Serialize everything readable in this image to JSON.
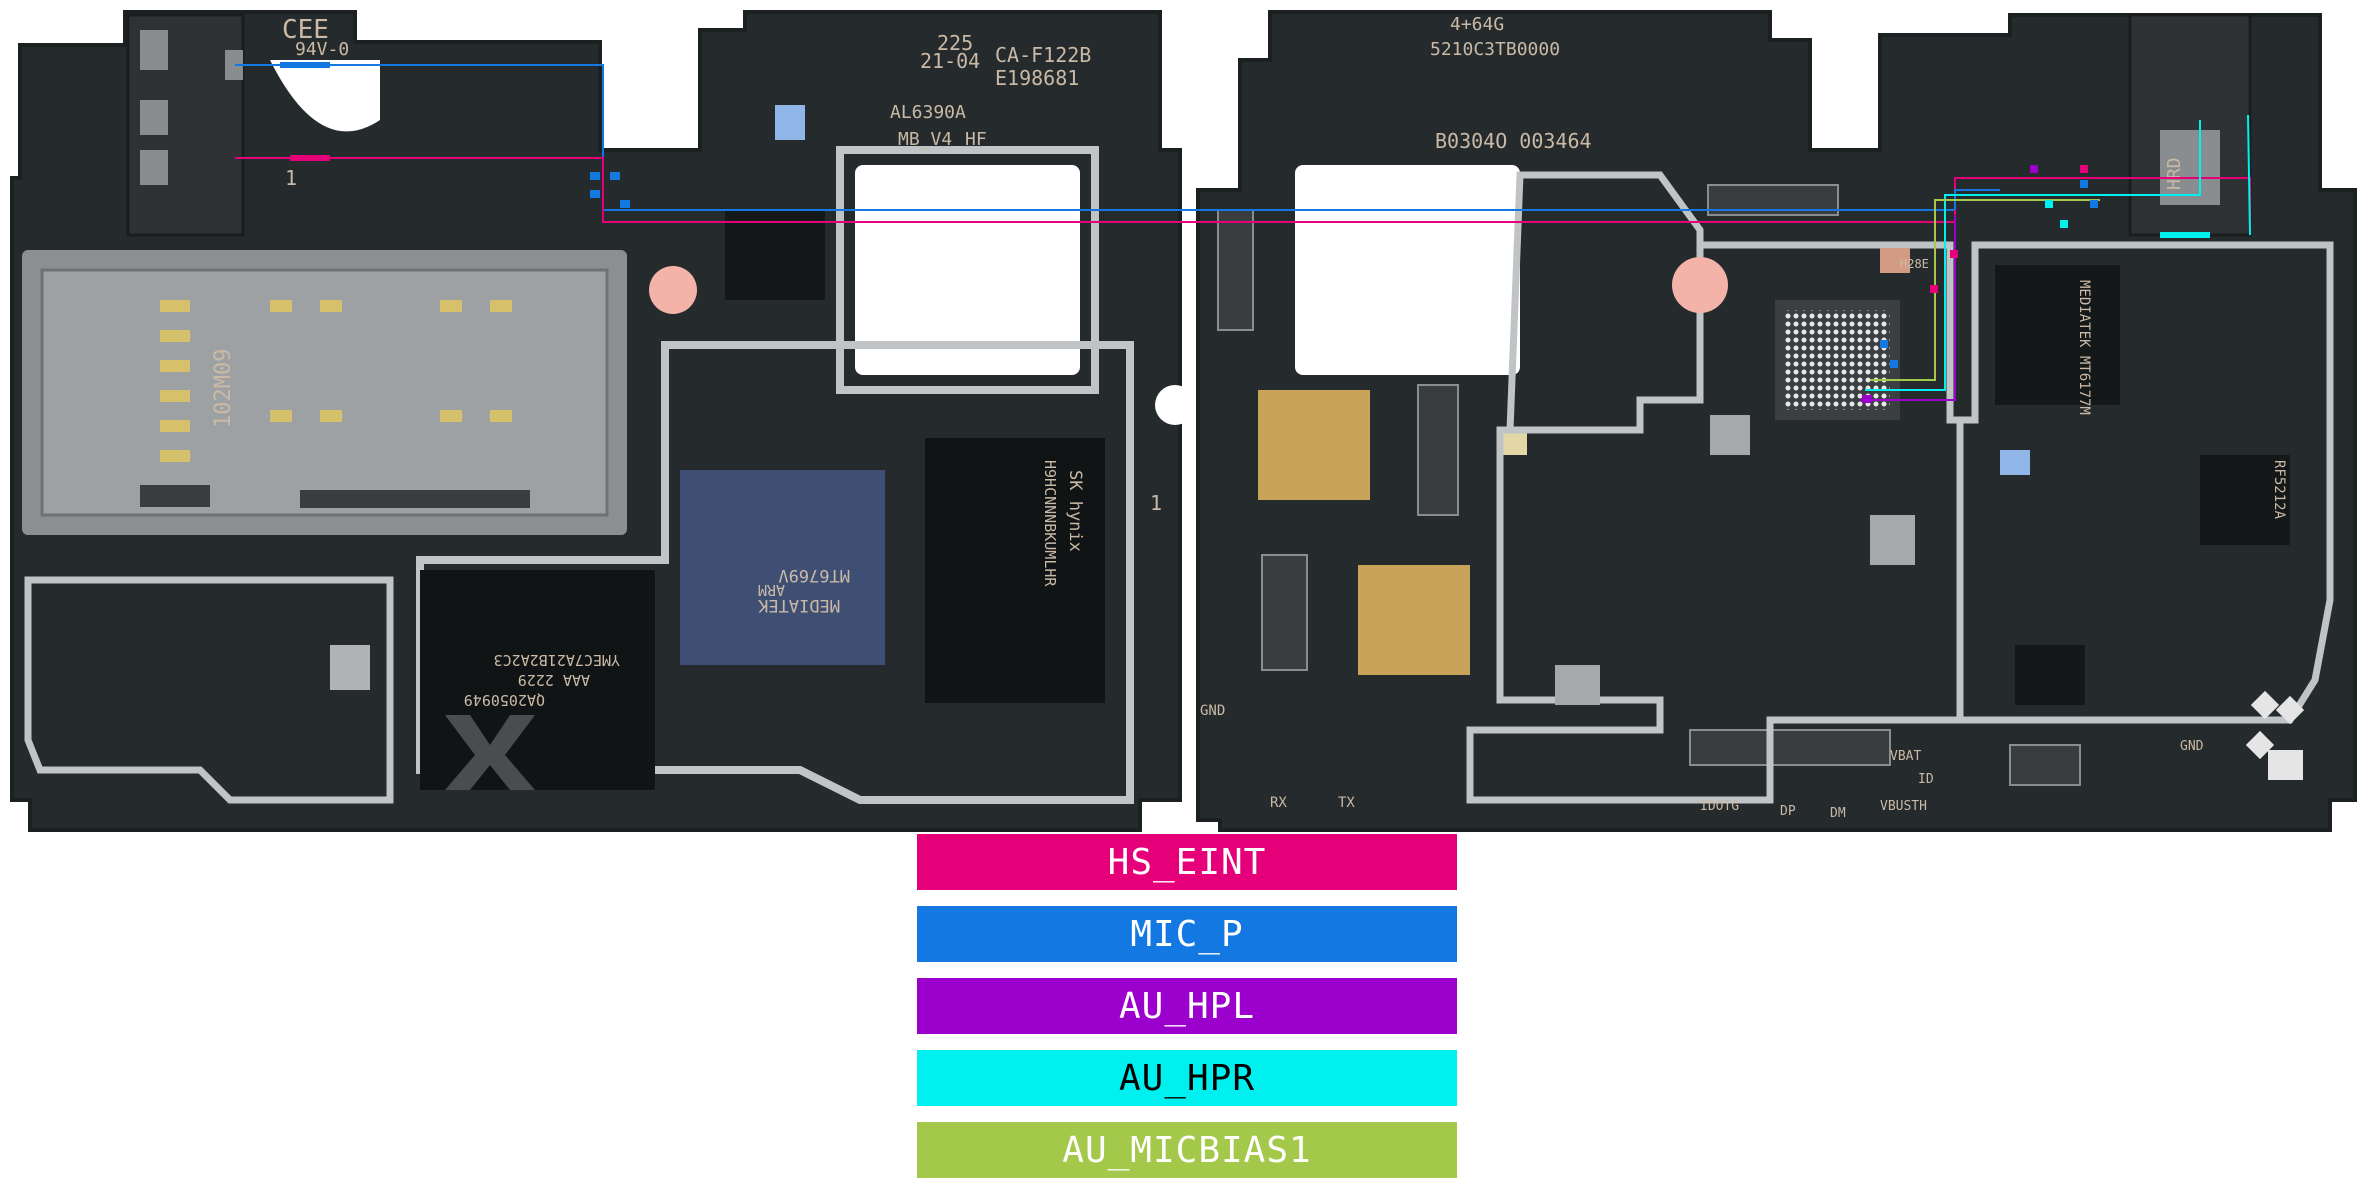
{
  "board_labels": {
    "cee": "CEE",
    "v0": "94V-0",
    "code225": "225",
    "date": "21-04",
    "part": "CA-F122B",
    "serial1": "E198681",
    "model": "AL6390A",
    "mb": "MB_V4",
    "hf": "HF",
    "sim": "102M09",
    "mem": "4+64G",
    "code2": "5210C3TB0000",
    "serial2": "B0304O 003464",
    "mediatek_cpu": "MEDIATEK",
    "cpu_model": "MT6769V",
    "arm": "ARM",
    "skhynix": "SK hynix",
    "ram_code": "H9HCNNNBKUMLHR",
    "emmc": "YMEC7A21B2A2C3",
    "emmc_line2": "AAA 2229",
    "emmc_line3": "QA2050949",
    "pmic": "MEDIATEK MT6177M",
    "rf": "RF5212A",
    "gnd1": "GND",
    "rx": "RX",
    "tx": "TX",
    "idotg": "IDOTG",
    "dp": "DP",
    "dm": "DM",
    "vbusth": "VBUSTH",
    "vbat": "VBAT",
    "id": "ID",
    "gnd2": "GND",
    "h28e": "H28E",
    "hrd": "HRD",
    "num1": "1",
    "num2": "1"
  },
  "legend": [
    {
      "label": "HS_EINT",
      "color": "#e5007a",
      "text_color": "#ffffff"
    },
    {
      "label": "MIC_P",
      "color": "#1478e3",
      "text_color": "#ffffff"
    },
    {
      "label": "AU_HPL",
      "color": "#9b00cc",
      "text_color": "#ffffff"
    },
    {
      "label": "AU_HPR",
      "color": "#00f0f0",
      "text_color": "#000000"
    },
    {
      "label": "AU_MICBIAS1",
      "color": "#a3c84a",
      "text_color": "#ffffff"
    }
  ],
  "colors": {
    "pcb": "#252b2c",
    "pcb_edge": "#1b2021",
    "shield": "#c0c4c6",
    "gold": "#c9a35a"
  }
}
